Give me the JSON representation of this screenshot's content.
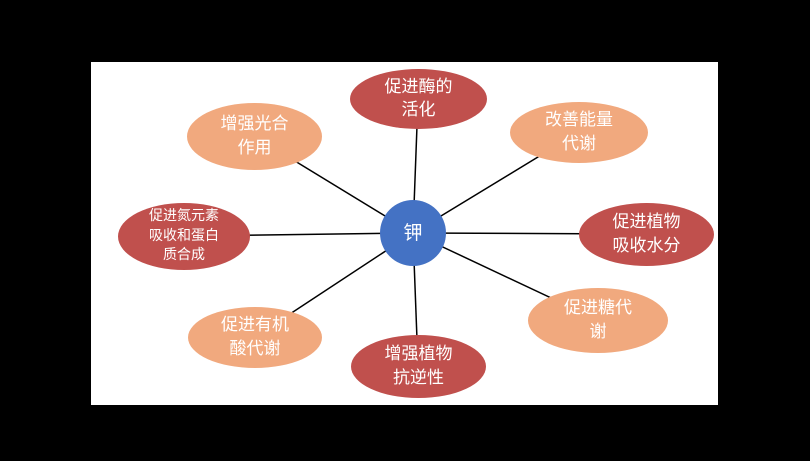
{
  "diagram": {
    "type": "radial-mind-map",
    "center": {
      "label": "钾",
      "color": "#4472C4",
      "text_color": "#FFFFFF"
    },
    "colors": {
      "primary": "#C0504D",
      "secondary": "#F1A97E",
      "center": "#4472C4",
      "connector": "#000000",
      "canvas": "#FFFFFF",
      "background": "#000000",
      "text": "#FFFFFF"
    },
    "nodes": [
      {
        "label": "促进酶的\n活化",
        "type": "primary",
        "position": "top"
      },
      {
        "label": "改善能量\n代谢",
        "type": "secondary",
        "position": "top-right"
      },
      {
        "label": "促进植物\n吸收水分",
        "type": "primary",
        "position": "right"
      },
      {
        "label": "促进糖代\n谢",
        "type": "secondary",
        "position": "bottom-right"
      },
      {
        "label": "增强植物\n抗逆性",
        "type": "primary",
        "position": "bottom"
      },
      {
        "label": "促进有机\n酸代谢",
        "type": "secondary",
        "position": "bottom-left"
      },
      {
        "label": "促进氮元素\n吸收和蛋白\n质合成",
        "type": "primary",
        "position": "left"
      },
      {
        "label": "增强光合\n作用",
        "type": "secondary",
        "position": "top-left"
      }
    ]
  }
}
